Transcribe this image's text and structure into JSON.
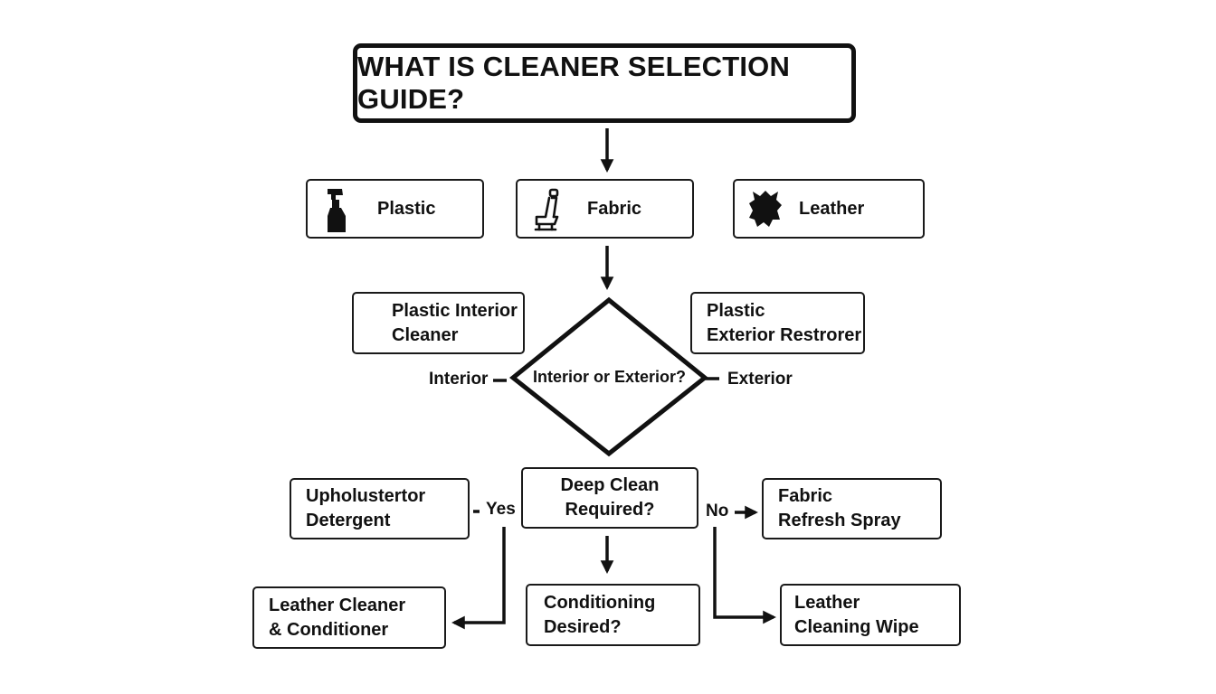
{
  "title": "WHAT IS CLEANER SELECTION GUIDE?",
  "materials": {
    "plastic": "Plastic",
    "fabric": "Fabric",
    "leather": "Leather"
  },
  "icons": {
    "plastic": "spray-bottle-icon",
    "fabric": "car-seat-icon",
    "leather": "leather-hide-icon"
  },
  "plastic_interior_cleaner": "Plastic Interior\nCleaner",
  "plastic_exterior_restorer": "Plastic\nExterior Restrorer",
  "decision_interior_exterior": "Interior or Exterior?",
  "label_interior": "Interior",
  "label_exterior": "Exterior",
  "deep_clean_required": "Deep Clean\nRequired?",
  "upholstery_detergent": "Upholustertor\nDetergent",
  "label_yes": "Yes",
  "label_no": "No",
  "fabric_refresh_spray": "Fabric\nRefresh Spray",
  "conditioning_desired": "Conditioning\nDesired?",
  "leather_cleaner_conditioner": "Leather Cleaner\n& Conditioner",
  "leather_cleaning_wipe": "Leather\nCleaning Wipe"
}
